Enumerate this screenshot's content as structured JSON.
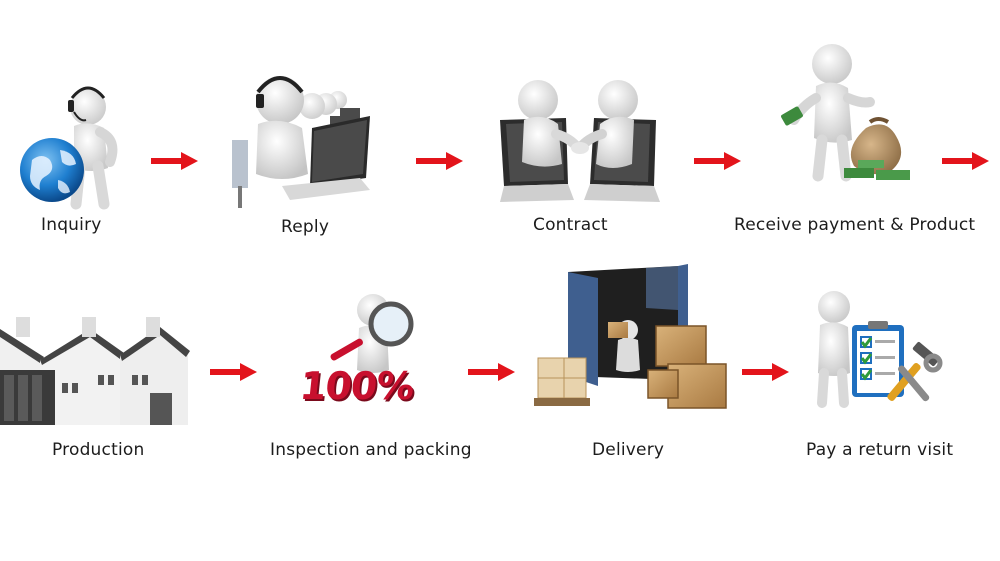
{
  "steps": [
    {
      "label": "Inquiry",
      "icon": "globe-person-headset-icon"
    },
    {
      "label": "Reply",
      "icon": "call-center-agents-icon"
    },
    {
      "label": "Contract",
      "icon": "handshake-laptop-icon"
    },
    {
      "label": "Receive payment & Product",
      "icon": "person-money-bag-icon"
    },
    {
      "label": "Production",
      "icon": "factory-icon"
    },
    {
      "label": "Inspection and packing",
      "icon": "magnifier-100-percent-icon"
    },
    {
      "label": "Delivery",
      "icon": "shipping-container-boxes-icon"
    },
    {
      "label": "Pay a return visit",
      "icon": "checklist-tools-icon"
    }
  ],
  "badge_text": "100%",
  "colors": {
    "arrow": "#e3141b",
    "figure": "#e8e8e8",
    "globe": "#1f7fd0",
    "money": "#3d8a3d",
    "box": "#c99a5b",
    "container": "#3f5f8f"
  }
}
